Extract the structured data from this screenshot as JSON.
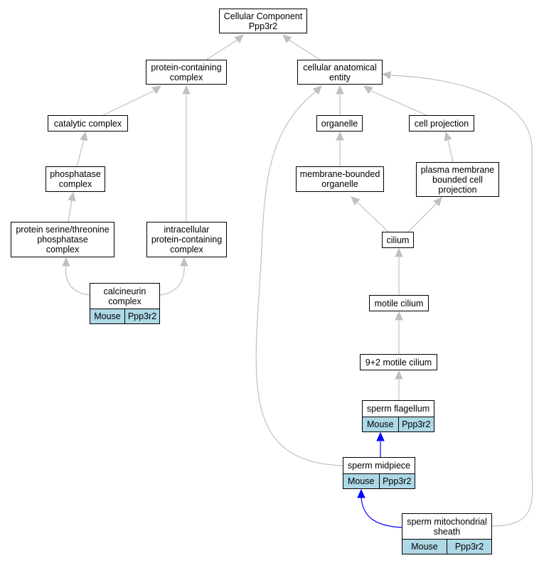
{
  "nodes": {
    "root": {
      "label": "Cellular Component\nPpp3r2"
    },
    "protein_containing_complex": {
      "label": "protein-containing\ncomplex"
    },
    "cellular_anatomical_entity": {
      "label": "cellular anatomical\nentity"
    },
    "catalytic_complex": {
      "label": "catalytic complex"
    },
    "organelle": {
      "label": "organelle"
    },
    "cell_projection": {
      "label": "cell projection"
    },
    "phosphatase_complex": {
      "label": "phosphatase\ncomplex"
    },
    "membrane_bounded_organelle": {
      "label": "membrane-bounded\norganelle"
    },
    "plasma_membrane_bounded_cell_projection": {
      "label": "plasma membrane\nbounded cell\nprojection"
    },
    "protein_serine_threonine_phosphatase_complex": {
      "label": "protein serine/threonine\nphosphatase\ncomplex"
    },
    "intracellular_protein_containing_complex": {
      "label": "intracellular\nprotein-containing\ncomplex"
    },
    "cilium": {
      "label": "cilium"
    },
    "calcineurin_complex": {
      "label": "calcineurin\ncomplex",
      "species": "Mouse",
      "gene": "Ppp3r2"
    },
    "motile_cilium": {
      "label": "motile cilium"
    },
    "nine_plus_two_motile_cilium": {
      "label": "9+2 motile cilium"
    },
    "sperm_flagellum": {
      "label": "sperm flagellum",
      "species": "Mouse",
      "gene": "Ppp3r2"
    },
    "sperm_midpiece": {
      "label": "sperm midpiece",
      "species": "Mouse",
      "gene": "Ppp3r2"
    },
    "sperm_mitochondrial_sheath": {
      "label": "sperm mitochondrial\nsheath",
      "species": "Mouse",
      "gene": "Ppp3r2"
    }
  },
  "colors": {
    "edge_gray": "#c0c0c0",
    "edge_blue": "#0000ff",
    "annotation_fill": "#add8e6"
  }
}
